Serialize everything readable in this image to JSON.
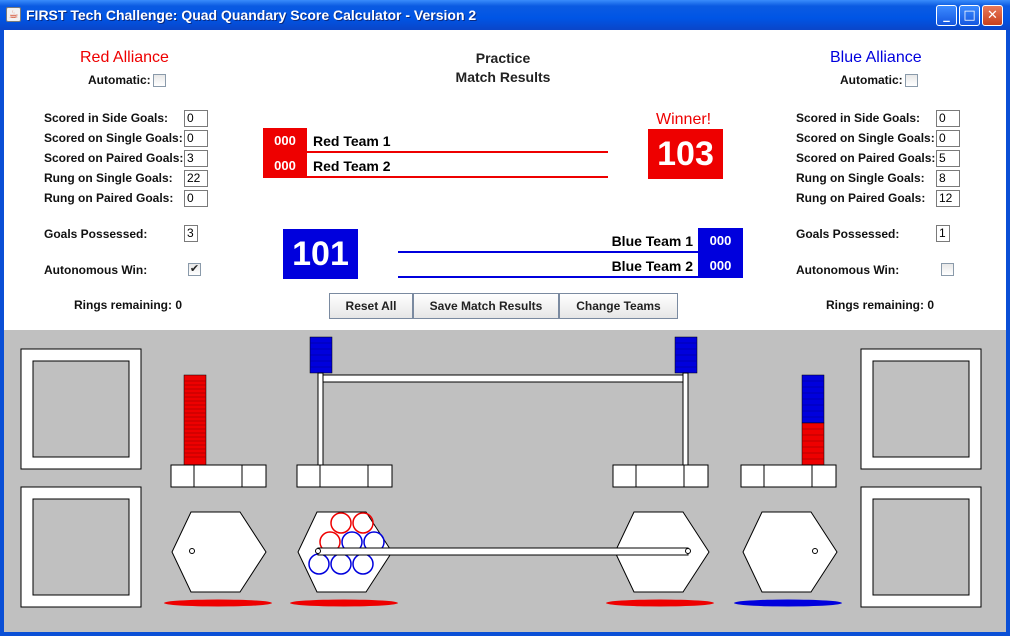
{
  "window": {
    "title": "FIRST Tech Challenge: Quad Quandary Score Calculator - Version 2",
    "buttons": {
      "minimize": "_",
      "maximize": "□",
      "close": "✕"
    }
  },
  "header": {
    "line1": "Practice",
    "line2": "Match Results"
  },
  "red": {
    "title": "Red Alliance",
    "automatic_label": "Automatic:",
    "automatic_checked": false,
    "fields": [
      {
        "label": "Scored in Side Goals:",
        "value": "0"
      },
      {
        "label": "Scored on Single Goals:",
        "value": "0"
      },
      {
        "label": "Scored on Paired Goals:",
        "value": "3"
      },
      {
        "label": "Rung on Single Goals:",
        "value": "22"
      },
      {
        "label": "Rung on Paired Goals:",
        "value": "0"
      }
    ],
    "goals_possessed_label": "Goals Possessed:",
    "goals_possessed": "3",
    "autonomous_label": "Autonomous Win:",
    "autonomous_checked": true,
    "rings_remaining": "Rings remaining: 0",
    "team1_number": "000",
    "team1_name": "Red Team 1",
    "team2_number": "000",
    "team2_name": "Red Team 2",
    "score": "103",
    "winner_label": "Winner!"
  },
  "blue": {
    "title": "Blue Alliance",
    "automatic_label": "Automatic:",
    "automatic_checked": false,
    "fields": [
      {
        "label": "Scored in Side Goals:",
        "value": "0"
      },
      {
        "label": "Scored on Single Goals:",
        "value": "0"
      },
      {
        "label": "Scored on Paired Goals:",
        "value": "5"
      },
      {
        "label": "Rung on Single Goals:",
        "value": "8"
      },
      {
        "label": "Rung on Paired Goals:",
        "value": "12"
      }
    ],
    "goals_possessed_label": "Goals Possessed:",
    "goals_possessed": "1",
    "autonomous_label": "Autonomous Win:",
    "autonomous_checked": false,
    "rings_remaining": "Rings remaining: 0",
    "team1_number": "000",
    "team1_name": "Blue Team 1",
    "team2_number": "000",
    "team2_name": "Blue Team 2",
    "score": "101"
  },
  "buttons": {
    "reset": "Reset All",
    "save": "Save Match Results",
    "change_teams": "Change Teams"
  },
  "colors": {
    "red": "#ee0000",
    "blue": "#0000dd",
    "field": "#c0c0c0"
  }
}
